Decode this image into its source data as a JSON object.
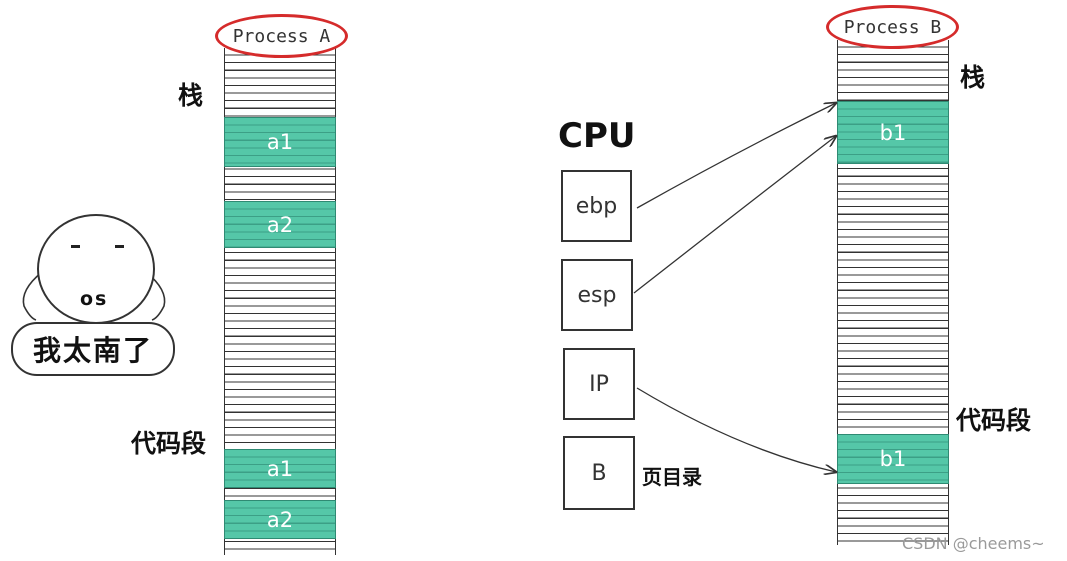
{
  "process_a": {
    "title": "Process A",
    "stack_label": "栈",
    "code_label": "代码段",
    "stack_vars": [
      "a1",
      "a2"
    ],
    "code_vars": [
      "a1",
      "a2"
    ]
  },
  "process_b": {
    "title": "Process B",
    "stack_label": "栈",
    "code_label": "代码段",
    "stack_var": "b1",
    "code_var": "b1"
  },
  "cpu": {
    "label": "CPU",
    "registers": [
      "ebp",
      "esp",
      "IP",
      "B"
    ],
    "page_dir_label": "页目录"
  },
  "os_character": {
    "text": "os",
    "speech": "我太南了"
  },
  "watermark": "CSDN @cheems~",
  "colors": {
    "highlight": "#55c7a8",
    "title_outline": "#d52b2b"
  }
}
